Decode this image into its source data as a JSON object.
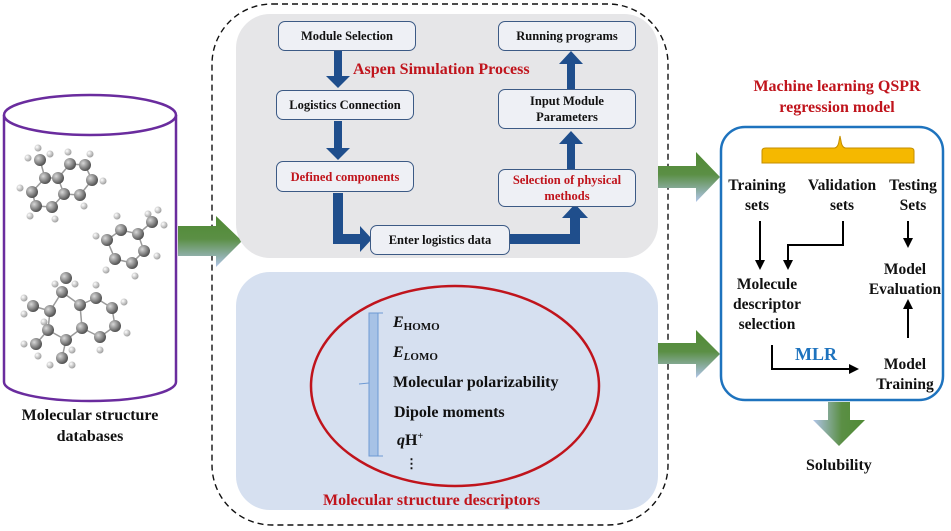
{
  "database": {
    "label_line1": "Molecular structure",
    "label_line2": "databases"
  },
  "aspen": {
    "title": "Aspen Simulation Process",
    "steps": {
      "module_selection": "Module Selection",
      "logistics_connection": "Logistics Connection",
      "defined_components": "Defined components",
      "enter_logistics_data": "Enter logistics data",
      "selection_physical_line1": "Selection of physical",
      "selection_physical_line2": "methods",
      "input_params_line1": "Input Module",
      "input_params_line2": "Parameters",
      "running_programs": "Running programs"
    }
  },
  "descriptors": {
    "title": "Molecular structure descriptors",
    "items": {
      "ehomo_main": "E",
      "ehomo_sub": "HOMO",
      "elomo_main": "E",
      "elomo_sub_italic": "L",
      "elomo_sub": "OMO",
      "polarizability": "Molecular polarizability",
      "dipole": "Dipole moments",
      "qh_q": "q",
      "qh_h": "H",
      "qh_sup": "+",
      "more": "⋮"
    }
  },
  "ml_model": {
    "title_line1": "Machine learning QSPR",
    "title_line2": "regression model",
    "training_sets": [
      "Training",
      "sets"
    ],
    "validation_sets": [
      "Validation",
      "sets"
    ],
    "testing_sets": [
      "Testing",
      "Sets"
    ],
    "descriptor_selection": [
      "Molecule",
      "descriptor",
      "selection"
    ],
    "model_evaluation": [
      "Model",
      "Evaluation"
    ],
    "model_training": [
      "Model",
      "Training"
    ],
    "method": "MLR"
  },
  "output": {
    "label": "Solubility"
  },
  "colors": {
    "accent_red": "#c0141c",
    "flow_arrow_blue": "#1f4e8c",
    "ml_border_blue": "#1e73be",
    "database_purple": "#6a2c9e",
    "brace_orange": "#f5b800",
    "panel_gray": "#e6e6e8",
    "panel_blue": "#d6e0f0",
    "arrow_green": "#4f8a34",
    "arrow_lightblue": "#a9bfe3"
  }
}
